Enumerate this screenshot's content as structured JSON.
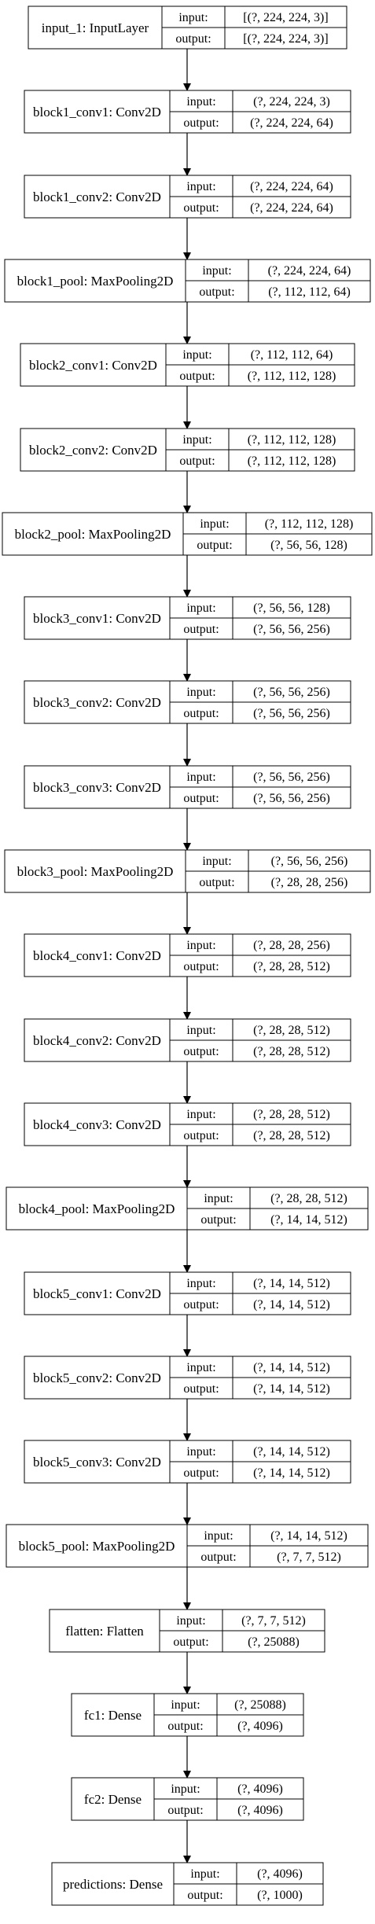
{
  "layers": [
    {
      "name": "input_1: InputLayer",
      "input": "[(?, 224, 224, 3)]",
      "output": "[(?, 224, 224, 3)]"
    },
    {
      "name": "block1_conv1: Conv2D",
      "input": "(?, 224, 224, 3)",
      "output": "(?, 224, 224, 64)"
    },
    {
      "name": "block1_conv2: Conv2D",
      "input": "(?, 224, 224, 64)",
      "output": "(?, 224, 224, 64)"
    },
    {
      "name": "block1_pool: MaxPooling2D",
      "input": "(?, 224, 224, 64)",
      "output": "(?, 112, 112, 64)"
    },
    {
      "name": "block2_conv1: Conv2D",
      "input": "(?, 112, 112, 64)",
      "output": "(?, 112, 112, 128)"
    },
    {
      "name": "block2_conv2: Conv2D",
      "input": "(?, 112, 112, 128)",
      "output": "(?, 112, 112, 128)"
    },
    {
      "name": "block2_pool: MaxPooling2D",
      "input": "(?, 112, 112, 128)",
      "output": "(?, 56, 56, 128)"
    },
    {
      "name": "block3_conv1: Conv2D",
      "input": "(?, 56, 56, 128)",
      "output": "(?, 56, 56, 256)"
    },
    {
      "name": "block3_conv2: Conv2D",
      "input": "(?, 56, 56, 256)",
      "output": "(?, 56, 56, 256)"
    },
    {
      "name": "block3_conv3: Conv2D",
      "input": "(?, 56, 56, 256)",
      "output": "(?, 56, 56, 256)"
    },
    {
      "name": "block3_pool: MaxPooling2D",
      "input": "(?, 56, 56, 256)",
      "output": "(?, 28, 28, 256)"
    },
    {
      "name": "block4_conv1: Conv2D",
      "input": "(?, 28, 28, 256)",
      "output": "(?, 28, 28, 512)"
    },
    {
      "name": "block4_conv2: Conv2D",
      "input": "(?, 28, 28, 512)",
      "output": "(?, 28, 28, 512)"
    },
    {
      "name": "block4_conv3: Conv2D",
      "input": "(?, 28, 28, 512)",
      "output": "(?, 28, 28, 512)"
    },
    {
      "name": "block4_pool: MaxPooling2D",
      "input": "(?, 28, 28, 512)",
      "output": "(?, 14, 14, 512)"
    },
    {
      "name": "block5_conv1: Conv2D",
      "input": "(?, 14, 14, 512)",
      "output": "(?, 14, 14, 512)"
    },
    {
      "name": "block5_conv2: Conv2D",
      "input": "(?, 14, 14, 512)",
      "output": "(?, 14, 14, 512)"
    },
    {
      "name": "block5_conv3: Conv2D",
      "input": "(?, 14, 14, 512)",
      "output": "(?, 14, 14, 512)"
    },
    {
      "name": "block5_pool: MaxPooling2D",
      "input": "(?, 14, 14, 512)",
      "output": "(?, 7, 7, 512)"
    },
    {
      "name": "flatten: Flatten",
      "input": "(?, 7, 7, 512)",
      "output": "(?, 25088)"
    },
    {
      "name": "fc1: Dense",
      "input": "(?, 25088)",
      "output": "(?, 4096)"
    },
    {
      "name": "fc2: Dense",
      "input": "(?, 4096)",
      "output": "(?, 4096)"
    },
    {
      "name": "predictions: Dense",
      "input": "(?, 4096)",
      "output": "(?, 1000)"
    }
  ],
  "labels": {
    "input": "input:",
    "output": "output:"
  }
}
